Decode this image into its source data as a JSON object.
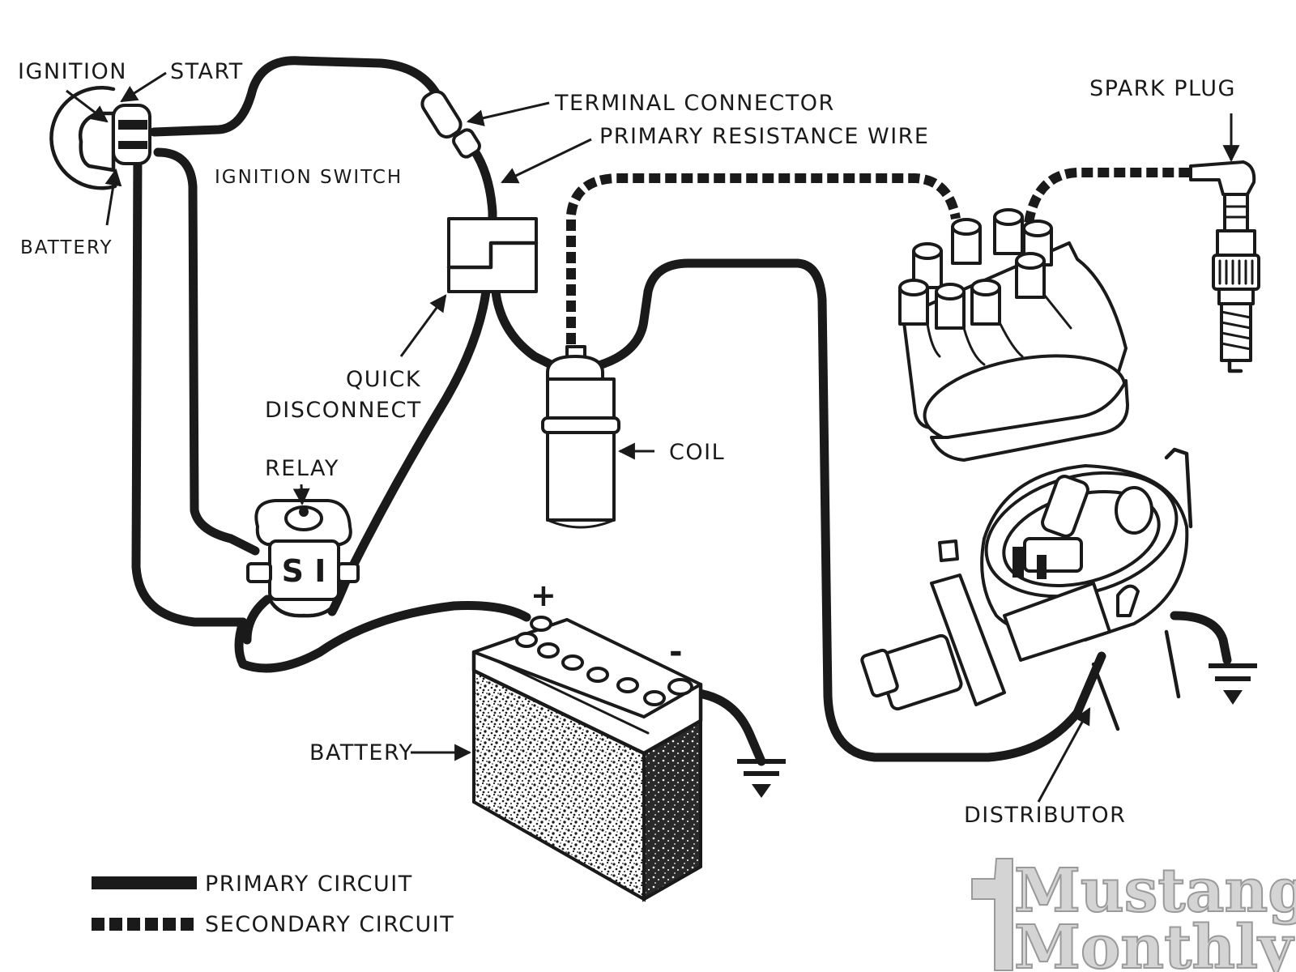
{
  "labels": {
    "ignition": "IGNITION",
    "start": "START",
    "battery_terminal": "BATTERY",
    "ignition_switch": "IGNITION SWITCH",
    "terminal_connector": "TERMINAL CONNECTOR",
    "primary_resistance_wire": "PRIMARY RESISTANCE WIRE",
    "spark_plug": "SPARK PLUG",
    "quick_disconnect_1": "QUICK",
    "quick_disconnect_2": "DISCONNECT",
    "relay": "RELAY",
    "relay_marking": "S I",
    "coil": "COIL",
    "positive": "+",
    "negative": "-",
    "battery": "BATTERY",
    "distributor": "DISTRIBUTOR"
  },
  "legend": {
    "primary": "PRIMARY CIRCUIT",
    "secondary": "SECONDARY CIRCUIT"
  },
  "watermark": {
    "line1": "Mustang",
    "line2": "Monthly"
  }
}
